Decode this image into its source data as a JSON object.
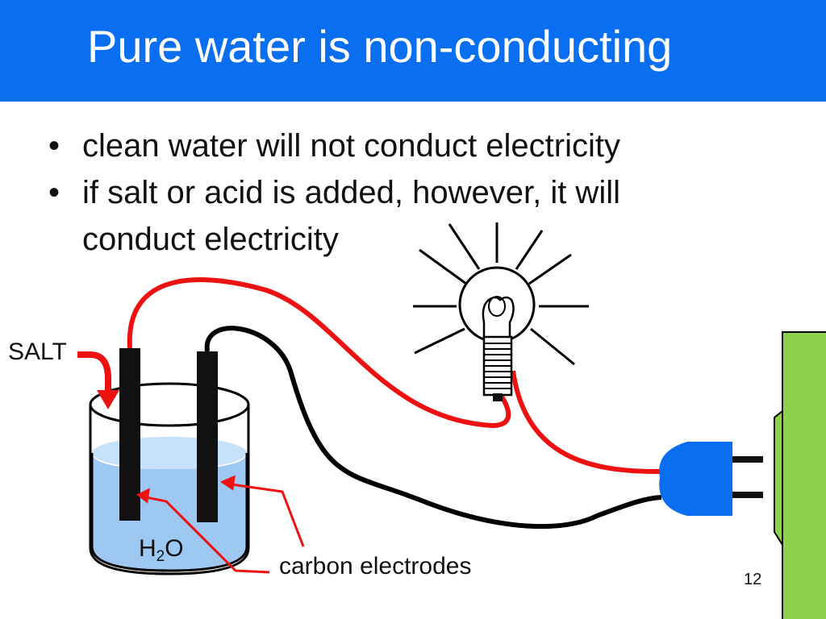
{
  "title": "Pure water is non-conducting",
  "bullets": [
    "clean water will not conduct electricity",
    "if salt or acid is added, however, it will",
    "conduct electricity"
  ],
  "labels": {
    "salt": "SALT",
    "h2o_h": "H",
    "h2o_sub": "2",
    "h2o_o": "O",
    "electrodes": "carbon electrodes"
  },
  "page_number": "12",
  "colors": {
    "title_bar": "#0a6ef0",
    "wire_live": "#ee1111",
    "wire_neutral": "#000000",
    "water": "#9cc8f2",
    "plug": "#0a6ef0",
    "socket": "#8cd24a"
  }
}
